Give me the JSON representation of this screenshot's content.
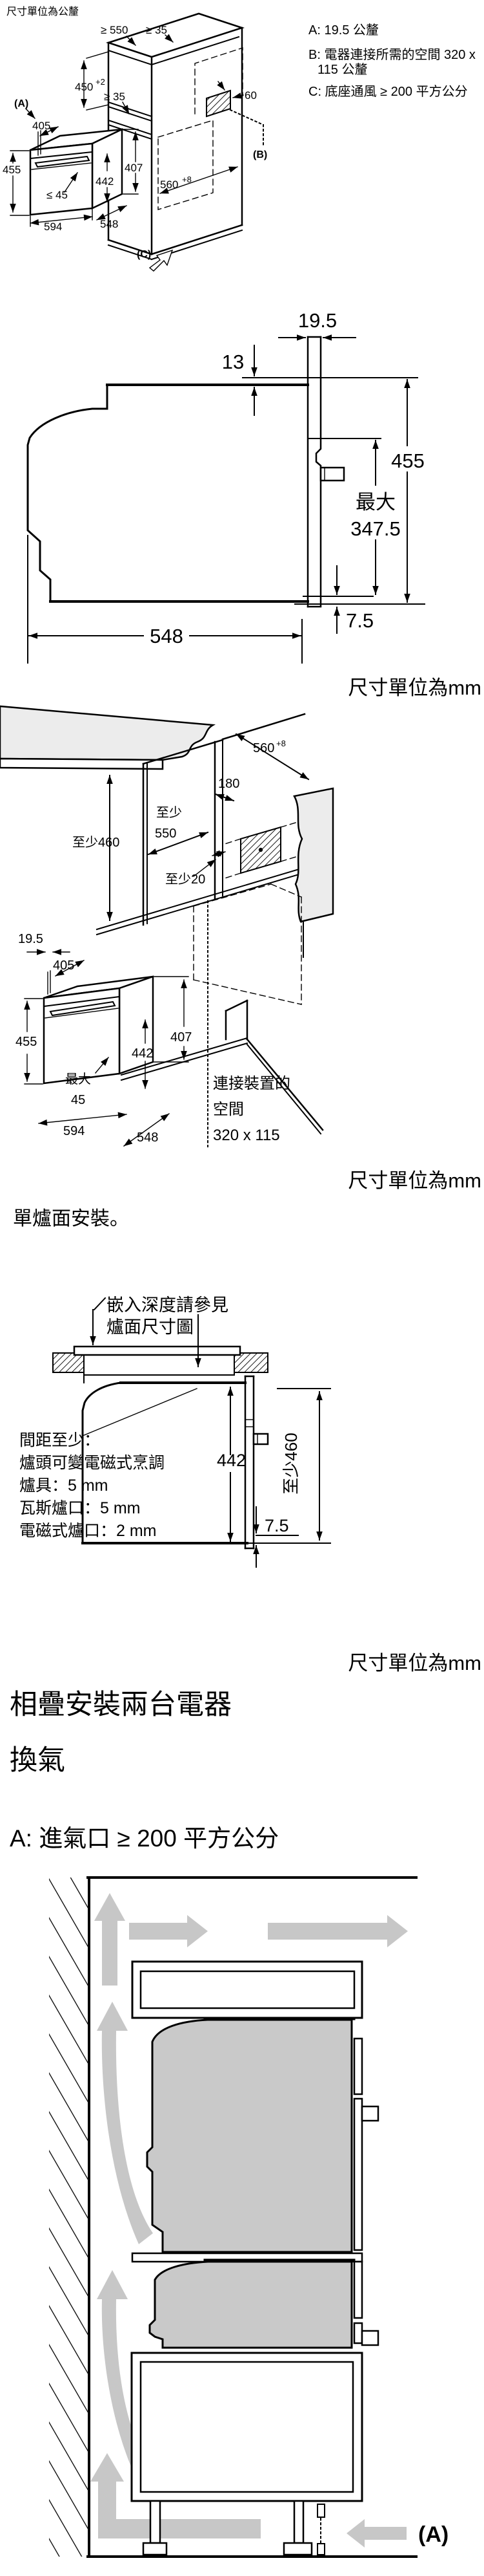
{
  "page": {
    "background": "#ffffff",
    "line_color": "#000000",
    "appliance_fill": "#c9c9c9",
    "airflow_fill": "#c7c7c7",
    "counter_fill": "#ececec"
  },
  "unit_notes": {
    "top": "尺寸單位為公釐",
    "mm": "尺寸單位為mm"
  },
  "overview": {
    "legend": {
      "a": "A: 19.5 公釐",
      "b1": "B: 電器連接所需的空間 320 x",
      "b2": "115 公釐",
      "c": "C: 底座通風 ≥ 200 平方公分"
    },
    "dims": {
      "depth_min": "≥ 550",
      "gap_top": "≥ 35",
      "height": "450",
      "height_sup": "+2",
      "gap_mid": "≥ 35",
      "vent_depth": "60",
      "oven_top_width": "405",
      "oven_height": "455",
      "handle_depth": "≤ 45",
      "body_height": "442",
      "body_right_height": "407",
      "width": "594",
      "depth": "548",
      "niche_width": "560",
      "niche_width_sup": "+8"
    },
    "marks": {
      "a": "(A)",
      "b": "(B)",
      "c": "(C)"
    }
  },
  "side_view": {
    "dims": {
      "front_frame": "19.5",
      "top_clearance": "13",
      "height": "455",
      "max_line1": "最大",
      "max_line2": "347.5",
      "bottom_frame": "7.5",
      "depth": "548"
    }
  },
  "niche": {
    "dims": {
      "niche_depth": "560",
      "niche_depth_sup": "+8",
      "back_clearance": "180",
      "depth_min_line1": "至少",
      "depth_min_line2": "550",
      "height_min": "至少460",
      "gap_min": "至少20",
      "front_frame": "19.5",
      "oven_top_width": "405",
      "oven_height": "455",
      "body_height": "442",
      "body_right_height": "407",
      "handle_line1": "最大",
      "handle_line2": "45",
      "width": "594",
      "depth": "548"
    },
    "connection": {
      "line1": "連接裝置的",
      "line2": "空間",
      "line3": "320 x 115"
    }
  },
  "hob": {
    "heading": "單爐面安裝。",
    "callout": {
      "line1": "嵌入深度請參見",
      "line2": "爐面尺寸圖"
    },
    "clearance": [
      "間距至少：",
      "爐頭可變電磁式烹調",
      "爐具：5 mm",
      "瓦斯爐口：5 mm",
      "電磁式爐口：2 mm"
    ],
    "dims": {
      "body_height": "442",
      "height_min": "至少460",
      "bottom_frame": "7.5"
    }
  },
  "stacking": {
    "heading": "相疊安裝兩台電器",
    "subheading": "換氣",
    "air_note": "A: 進氣口 ≥ 200 平方公分",
    "mark_a": "(A)"
  }
}
